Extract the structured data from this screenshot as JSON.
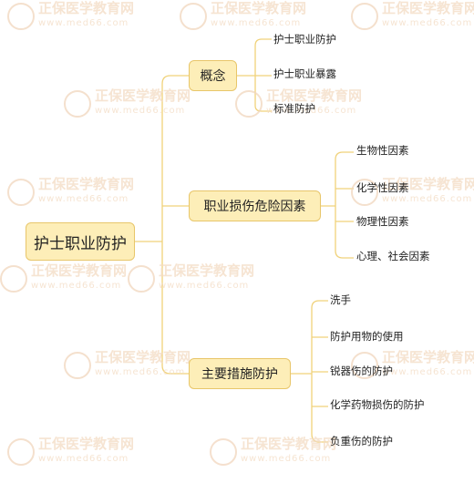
{
  "root": {
    "label": "护士职业防护"
  },
  "branches": [
    {
      "label": "概念",
      "children": [
        "护士职业防护",
        "护士职业暴露",
        "标准防护"
      ]
    },
    {
      "label": "职业损伤危险因素",
      "children": [
        "生物性因素",
        "化学性因素",
        "物理性因素",
        "心理、社会因素"
      ]
    },
    {
      "label": "主要措施防护",
      "children": [
        "洗手",
        "防护用物的使用",
        "锐器伤的防护",
        "化学药物损伤的防护",
        "负重伤的防护"
      ]
    }
  ],
  "watermark": {
    "brand": "正保医学教育网",
    "site": "www.med66.com"
  },
  "colors": {
    "node_fill": "#fdeeb8",
    "node_border": "#e8c66a",
    "connector": "#f0d27a",
    "watermark": "#f3dcc4"
  }
}
